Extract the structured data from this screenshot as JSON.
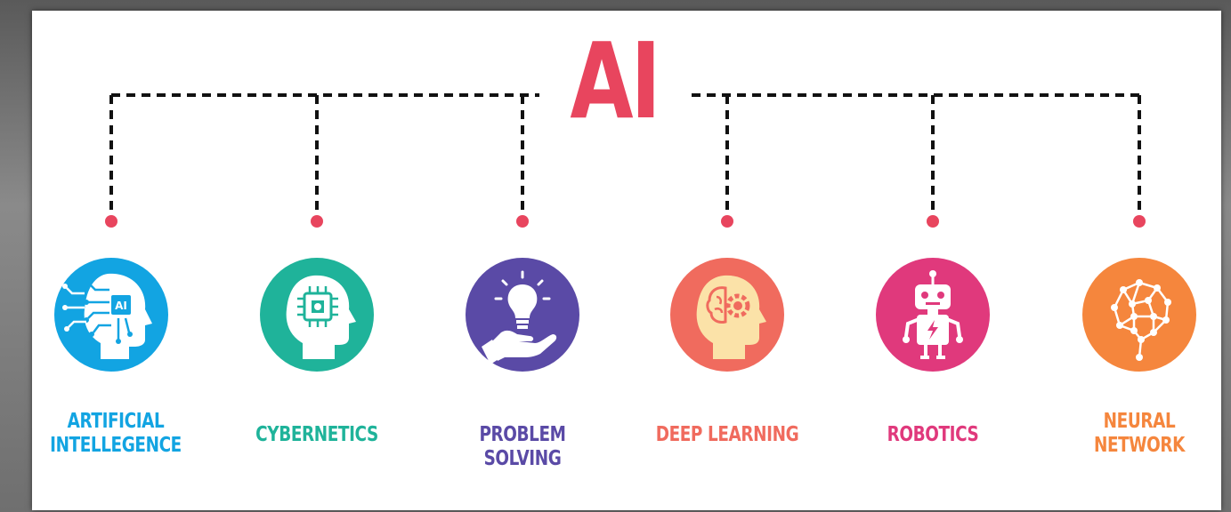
{
  "title": "AI",
  "colors": {
    "title": "#e8455e",
    "connector": "#111111",
    "dot": "#e8455e",
    "head": "#ffffff"
  },
  "branches": [
    {
      "id": "artificial-intellegence",
      "label_line1": "ARTIFICIAL",
      "label_line2": "INTELLEGENCE",
      "color": "#12a4e2",
      "icon": "head-circuit-ai-icon"
    },
    {
      "id": "cybernetics",
      "label_line1": "CYBERNETICS",
      "label_line2": "",
      "color": "#1fb39a",
      "icon": "head-chip-icon"
    },
    {
      "id": "problem-solving",
      "label_line1": "PROBLEM SOLVING",
      "label_line2": "",
      "color": "#5a4aa6",
      "icon": "hand-lightbulb-icon"
    },
    {
      "id": "deep-learning",
      "label_line1": "DEEP LEARNING",
      "label_line2": "",
      "color": "#f06b5e",
      "icon": "head-brain-gear-icon"
    },
    {
      "id": "robotics",
      "label_line1": "ROBOTICS",
      "label_line2": "",
      "color": "#e0397c",
      "icon": "robot-icon"
    },
    {
      "id": "neural-network",
      "label_line1": "NEURAL",
      "label_line2": "NETWORK",
      "color": "#f5863d",
      "icon": "neural-brain-icon"
    }
  ]
}
